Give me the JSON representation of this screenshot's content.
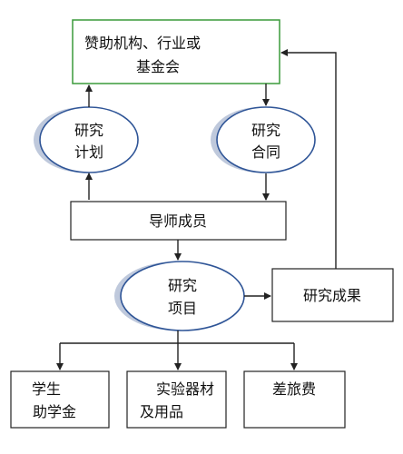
{
  "nodes": {
    "sponsor": {
      "line1": "赞助机构、行业或",
      "line2": "基金会"
    },
    "research_plan": {
      "line1": "研究",
      "line2": "计划"
    },
    "research_contract": {
      "line1": "研究",
      "line2": "合同"
    },
    "supervisor_members": {
      "label": "导师成员"
    },
    "research_project": {
      "line1": "研究",
      "line2": "项目"
    },
    "research_results": {
      "label": "研究成果"
    },
    "student_grants": {
      "line1": "学生",
      "line2": "助学金"
    },
    "lab_equipment": {
      "line1": "实验器材",
      "line2": "及用品"
    },
    "travel_expenses": {
      "label": "差旅费"
    }
  },
  "colors": {
    "sponsor_border": "#3a9a3a",
    "ellipse_border": "#2f5597",
    "ellipse_shadow": "#bfc9dc",
    "line": "#222222"
  }
}
